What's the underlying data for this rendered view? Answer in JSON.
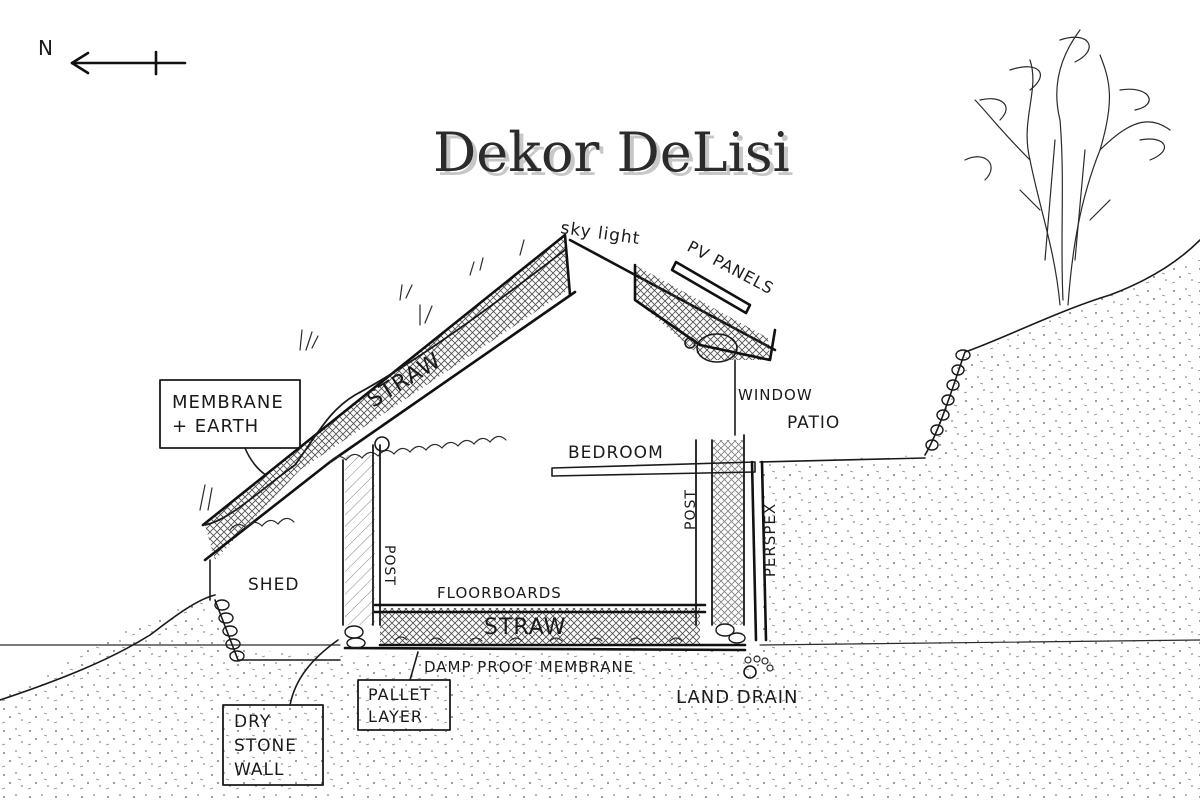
{
  "watermark": "Dekor DeLisi",
  "compass": {
    "label": "N"
  },
  "labels": {
    "skylight": "sky light",
    "pv_panels": "PV PANELS",
    "membrane_earth_line1": "MEMBRANE",
    "membrane_earth_line2": "+ EARTH",
    "roof_straw": "STRAW",
    "window": "WINDOW",
    "patio": "PATIO",
    "bedroom": "BEDROOM",
    "post_left": "POST",
    "post_right": "POST",
    "perspex": "PERSPEX",
    "shed": "SHED",
    "floorboards": "FLOORBOARDS",
    "floor_straw": "STRAW",
    "damp_proof": "DAMP PROOF MEMBRANE",
    "pallet_line1": "PALLET",
    "pallet_line2": "LAYER",
    "land_drain": "LAND DRAIN",
    "dry_stone_line1": "DRY",
    "dry_stone_line2": "STONE",
    "dry_stone_line3": "WALL"
  }
}
